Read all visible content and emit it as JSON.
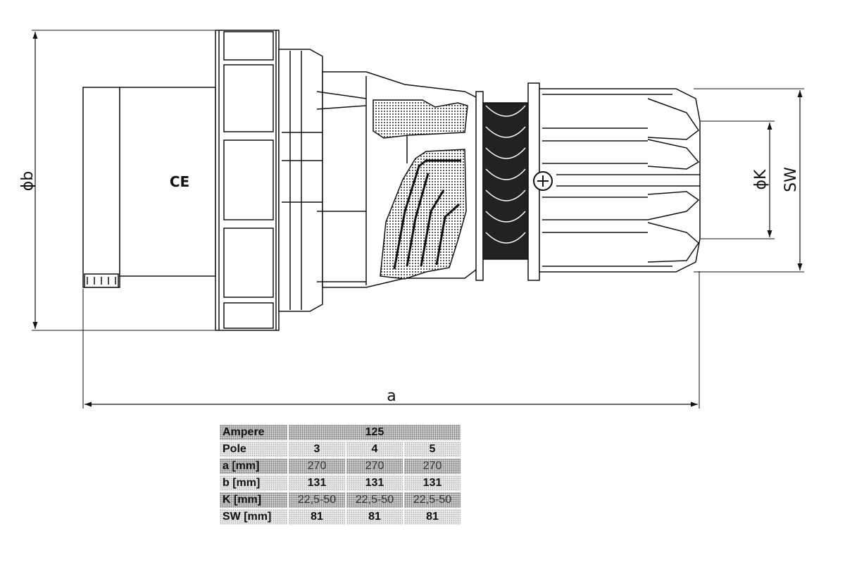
{
  "drawing": {
    "dimensions": {
      "diameter_b": "ϕb",
      "length_a": "a",
      "diameter_k": "ϕK",
      "sw": "SW"
    },
    "mark": "CE"
  },
  "table": {
    "header": {
      "label": "Ampere",
      "value": "125"
    },
    "rows": [
      {
        "label": "Pole",
        "values": [
          "3",
          "4",
          "5"
        ]
      },
      {
        "label": "a [mm]",
        "values": [
          "270",
          "270",
          "270"
        ]
      },
      {
        "label": "b [mm]",
        "values": [
          "131",
          "131",
          "131"
        ]
      },
      {
        "label": "K [mm]",
        "values": [
          "22,5-50",
          "22,5-50",
          "22,5-50"
        ]
      },
      {
        "label": "SW [mm]",
        "values": [
          "81",
          "81",
          "81"
        ]
      }
    ]
  }
}
